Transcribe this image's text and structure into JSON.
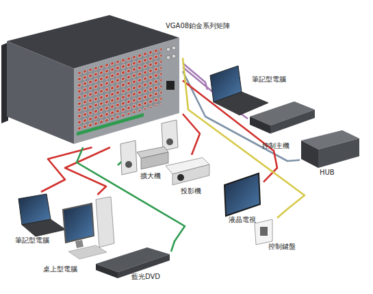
{
  "diagram": {
    "nodes": [
      {
        "text": [
          "VGA08鉑金系列矩陣"
        ]
      },
      {
        "text": [
          "筆記型電腦"
        ]
      },
      {
        "text": [
          "控制主機"
        ]
      },
      {
        "text": [
          "HUB"
        ]
      },
      {
        "text": [
          "擴大機"
        ]
      },
      {
        "text": [
          "投影機"
        ]
      },
      {
        "text": [
          "液晶電視"
        ]
      },
      {
        "text": [
          "控制鍵盤"
        ]
      },
      {
        "text": [
          "筆記型電腦"
        ]
      },
      {
        "text": [
          "桌上型電腦"
        ]
      },
      {
        "text": [
          "藍光DVD"
        ]
      }
    ],
    "edges": [
      {
        "from": 0,
        "to": 1,
        "arrow": "none"
      },
      {
        "from": 0,
        "to": 2,
        "arrow": "none"
      },
      {
        "from": 0,
        "to": 3,
        "arrow": "none"
      },
      {
        "from": 0,
        "to": 4,
        "arrow": "none"
      },
      {
        "from": 0,
        "to": 5,
        "arrow": "none"
      },
      {
        "from": 0,
        "to": 6,
        "arrow": "none"
      },
      {
        "from": 0,
        "to": 7,
        "arrow": "none"
      },
      {
        "from": 0,
        "to": 8,
        "arrow": "none"
      },
      {
        "from": 0,
        "to": 9,
        "arrow": "none"
      },
      {
        "from": 0,
        "to": 10,
        "arrow": "none"
      }
    ]
  }
}
